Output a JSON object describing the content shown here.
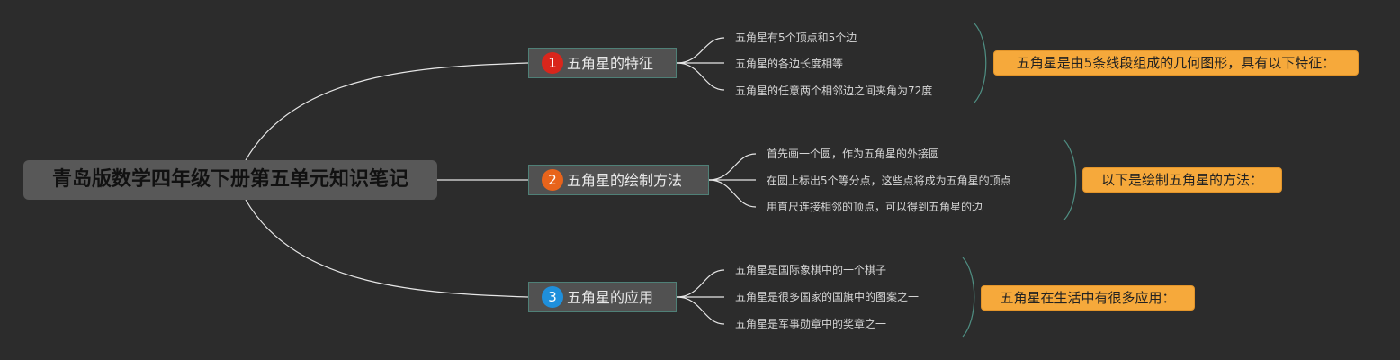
{
  "root": {
    "title": "青岛版数学四年级下册第五单元知识笔记"
  },
  "colors": {
    "background": "#2c2c2c",
    "connector": "#e6e6e6",
    "brace": "#4f8f83",
    "summary": "#f6a93b"
  },
  "branches": [
    {
      "number": "1",
      "number_color": "#d9261c",
      "label": "五角星的特征",
      "leaves": [
        "五角星有5个顶点和5个边",
        "五角星的各边长度相等",
        "五角星的任意两个相邻边之间夹角为72度"
      ],
      "summary": "五角星是由5条线段组成的几何图形，具有以下特征："
    },
    {
      "number": "2",
      "number_color": "#e8641b",
      "label": "五角星的绘制方法",
      "leaves": [
        "首先画一个圆，作为五角星的外接圆",
        "在圆上标出5个等分点，这些点将成为五角星的顶点",
        "用直尺连接相邻的顶点，可以得到五角星的边"
      ],
      "summary": "以下是绘制五角星的方法："
    },
    {
      "number": "3",
      "number_color": "#1f8fdb",
      "label": "五角星的应用",
      "leaves": [
        "五角星是国际象棋中的一个棋子",
        "五角星是很多国家的国旗中的图案之一",
        "五角星是军事勋章中的奖章之一"
      ],
      "summary": "五角星在生活中有很多应用："
    }
  ]
}
